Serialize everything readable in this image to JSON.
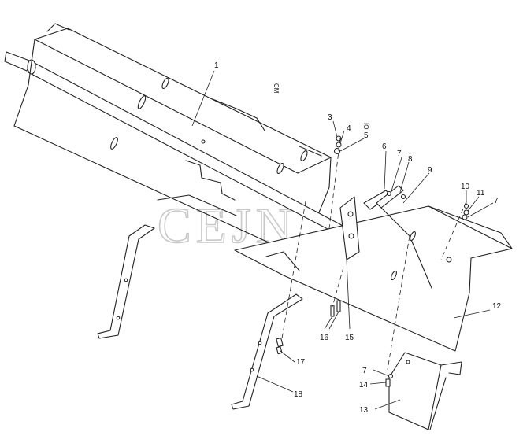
{
  "watermark": "CEJN",
  "marks": {
    "cm": "CM",
    "io": "IO"
  },
  "callouts": [
    {
      "id": "c1",
      "text": "1"
    },
    {
      "id": "c3",
      "text": "3"
    },
    {
      "id": "c4",
      "text": "4"
    },
    {
      "id": "c5",
      "text": "5"
    },
    {
      "id": "c6",
      "text": "6"
    },
    {
      "id": "c7a",
      "text": "7"
    },
    {
      "id": "c8",
      "text": "8"
    },
    {
      "id": "c9",
      "text": "9"
    },
    {
      "id": "c10",
      "text": "10"
    },
    {
      "id": "c11",
      "text": "11"
    },
    {
      "id": "c7b",
      "text": "7"
    },
    {
      "id": "c12",
      "text": "12"
    },
    {
      "id": "c15",
      "text": "15"
    },
    {
      "id": "c16",
      "text": "16"
    },
    {
      "id": "c17",
      "text": "17"
    },
    {
      "id": "c18",
      "text": "18"
    },
    {
      "id": "c7c",
      "text": "7"
    },
    {
      "id": "c14",
      "text": "14"
    },
    {
      "id": "c13",
      "text": "13"
    }
  ]
}
